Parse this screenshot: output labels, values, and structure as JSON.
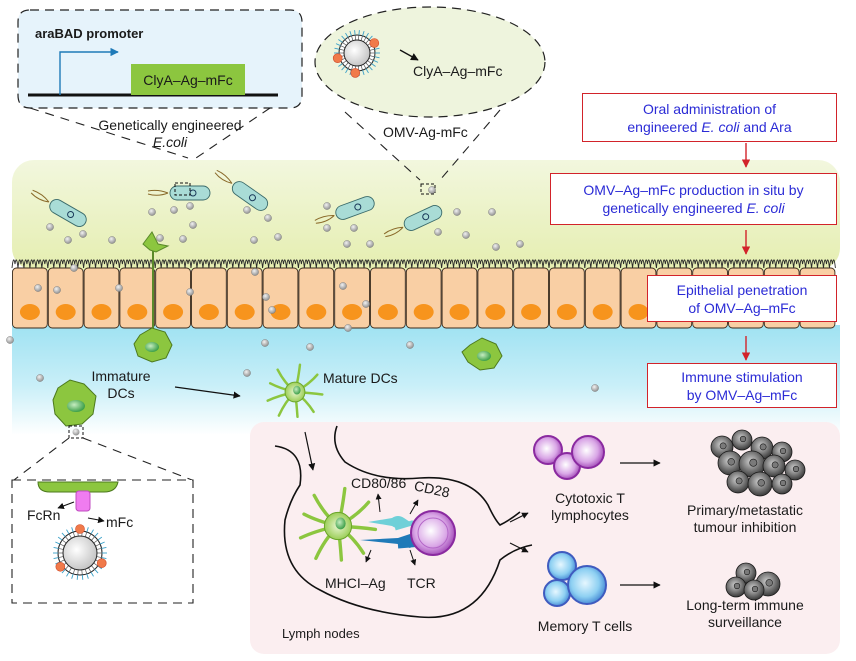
{
  "figure": {
    "promoter_inset": {
      "promoter_label": "araBAD promoter",
      "gene_label": "ClyA–Ag–mFc",
      "caption_line1": "Genetically engineered",
      "caption_line2": "E.coli"
    },
    "omv_inset": {
      "protein_label": "ClyA–Ag–mFc",
      "caption": "OMV-Ag-mFc"
    },
    "flow_steps": [
      {
        "line1": "Oral administration of",
        "line2_pre": "engineered ",
        "line2_italic": "E. coli",
        "line2_post": " and Ara"
      },
      {
        "line1": "OMV–Ag–mFc production in situ by",
        "line2_pre": "genetically engineered ",
        "line2_italic": "E. coli",
        "line2_post": ""
      },
      {
        "line1": "Epithelial penetration",
        "line2_pre": "of OMV–Ag–mFc",
        "line2_italic": "",
        "line2_post": ""
      },
      {
        "line1": "Immune stimulation",
        "line2_pre": "by OMV–Ag–mFc",
        "line2_italic": "",
        "line2_post": ""
      }
    ],
    "dc_labels": {
      "immature_line1": "Immature",
      "immature_line2": "DCs",
      "mature": "Mature DCs"
    },
    "fcrn_inset": {
      "receptor_label": "FcRn",
      "fc_label": "mFc"
    },
    "lymph_node": {
      "region_label": "Lymph nodes",
      "cd80_label": "CD80/86",
      "cd28_label": "CD28",
      "mhc_label": "MHCI–Ag",
      "tcr_label": "TCR"
    },
    "outcomes": {
      "ctl_line1": "Cytotoxic T",
      "ctl_line2": "lymphocytes",
      "memory_label": "Memory T cells",
      "tumour_line1": "Primary/metastatic",
      "tumour_line2": "tumour inhibition",
      "surveillance_line1": "Long-term immune",
      "surveillance_line2": "surveillance"
    },
    "colors": {
      "flow_border": "#d2232a",
      "flow_text": "#2b2bd6",
      "gut_lumen_top": "#f3f7dc",
      "gut_lumen_bottom": "#e6efb4",
      "epithelium": "#f9cfa4",
      "nucleus": "#f7941d",
      "lamina": "#a3e4f3",
      "lymph_bg": "#fbeef0",
      "gene_box": "#8cc63f",
      "dc_green": "#8cc63f",
      "ctl_purple": "#a44ab8",
      "memory_blue": "#3f8fd6"
    }
  }
}
